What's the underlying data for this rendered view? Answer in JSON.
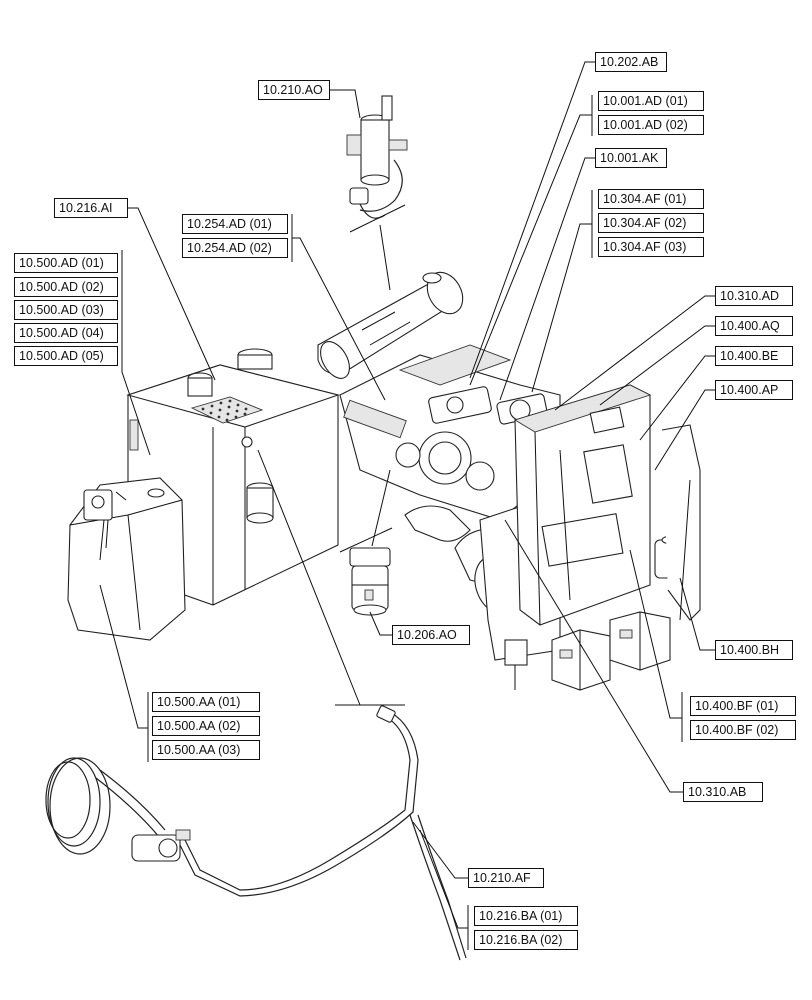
{
  "labels": {
    "l_10_210_ao": "10.210.AO",
    "l_10_202_ab": "10.202.AB",
    "l_10_001_ad_01": "10.001.AD (01)",
    "l_10_001_ad_02": "10.001.AD (02)",
    "l_10_001_ak": "10.001.AK",
    "l_10_304_af_01": "10.304.AF (01)",
    "l_10_304_af_02": "10.304.AF (02)",
    "l_10_304_af_03": "10.304.AF (03)",
    "l_10_216_ai": "10.216.AI",
    "l_10_254_ad_01": "10.254.AD (01)",
    "l_10_254_ad_02": "10.254.AD (02)",
    "l_10_500_ad_01": "10.500.AD (01)",
    "l_10_500_ad_02": "10.500.AD (02)",
    "l_10_500_ad_03": "10.500.AD (03)",
    "l_10_500_ad_04": "10.500.AD (04)",
    "l_10_500_ad_05": "10.500.AD (05)",
    "l_10_310_ad": "10.310.AD",
    "l_10_400_aq": "10.400.AQ",
    "l_10_400_be": "10.400.BE",
    "l_10_400_ap": "10.400.AP",
    "l_10_206_ao": "10.206.AO",
    "l_10_400_bh": "10.400.BH",
    "l_10_500_aa_01": "10.500.AA (01)",
    "l_10_500_aa_02": "10.500.AA (02)",
    "l_10_500_aa_03": "10.500.AA (03)",
    "l_10_400_bf_01": "10.400.BF (01)",
    "l_10_400_bf_02": "10.400.BF (02)",
    "l_10_310_ab": "10.310.AB",
    "l_10_210_af": "10.210.AF",
    "l_10_216_ba_01": "10.216.BA (01)",
    "l_10_216_ba_02": "10.216.BA (02)"
  }
}
